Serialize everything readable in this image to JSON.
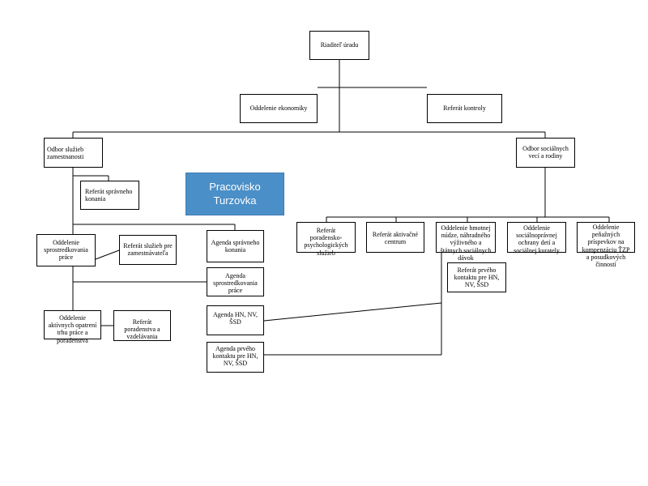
{
  "org_chart": {
    "director": "Riaditeľ úradu",
    "staff_units": {
      "economics": "Oddelenie ekonomiky",
      "control": "Referát kontroly"
    },
    "employment_division": {
      "title": "Odbor služieb zamestnanosti",
      "admin_proceedings": "Referát správneho konania",
      "mediation_dept": "Oddelenie sprostredkovania práce",
      "employer_services": "Referát služieb pre zamestnávateľa",
      "admin_agenda": "Agenda správneho konania",
      "mediation_agenda": "Agenda sprostredkovania práce",
      "active_measures_dept": "Oddelenie aktívnych opatrení trhu práce a poradenstva",
      "counseling_unit": "Referát poradenstva a vzdelávania",
      "hn_agenda": "Agenda HN, NV, ŠSD",
      "first_contact_agenda": "Agenda prvého kontaktu pre HN, NV, ŠSD"
    },
    "workplace_label_line1": "Pracovisko",
    "workplace_label_line2": "Turzovka",
    "social_division": {
      "title": "Odbor sociálnych vecí a rodiny",
      "psych_services": "Referát poradensko-psychologických služieb",
      "activation_center": "Referát aktivačné centrum",
      "material_need_dept": "Oddelenie hmotnej núdze, náhradného výživného a štátnych sociálnych dávok",
      "child_protection_dept": "Oddelenie sociálnoprávnej ochrany detí a sociálnej kurately",
      "cash_benefits_dept": "Oddelenie peňažných príspevkov na kompenzáciu ŤZP a posudkových činností",
      "first_contact_unit": "Referát prvého kontaktu pre HN, NV, ŠSD"
    }
  }
}
